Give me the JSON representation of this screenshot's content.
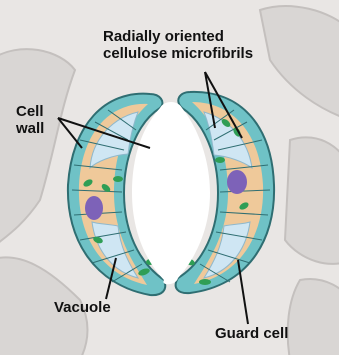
{
  "labels": {
    "microfibrils_line1": "Radially oriented",
    "microfibrils_line2": "cellulose microfibrils",
    "cell_wall_line1": "Cell",
    "cell_wall_line2": "wall",
    "vacuole": "Vacuole",
    "guard_cell": "Guard cell"
  },
  "colors": {
    "background": "#e9e6e4",
    "surrounding_cells": "#d9d6d4",
    "cell_wall": "#6fc2c6",
    "cytoplasm": "#efc99a",
    "vacuole": "#cfe6f3",
    "chloroplast": "#2f9e55",
    "nucleus": "#7d62b8"
  }
}
